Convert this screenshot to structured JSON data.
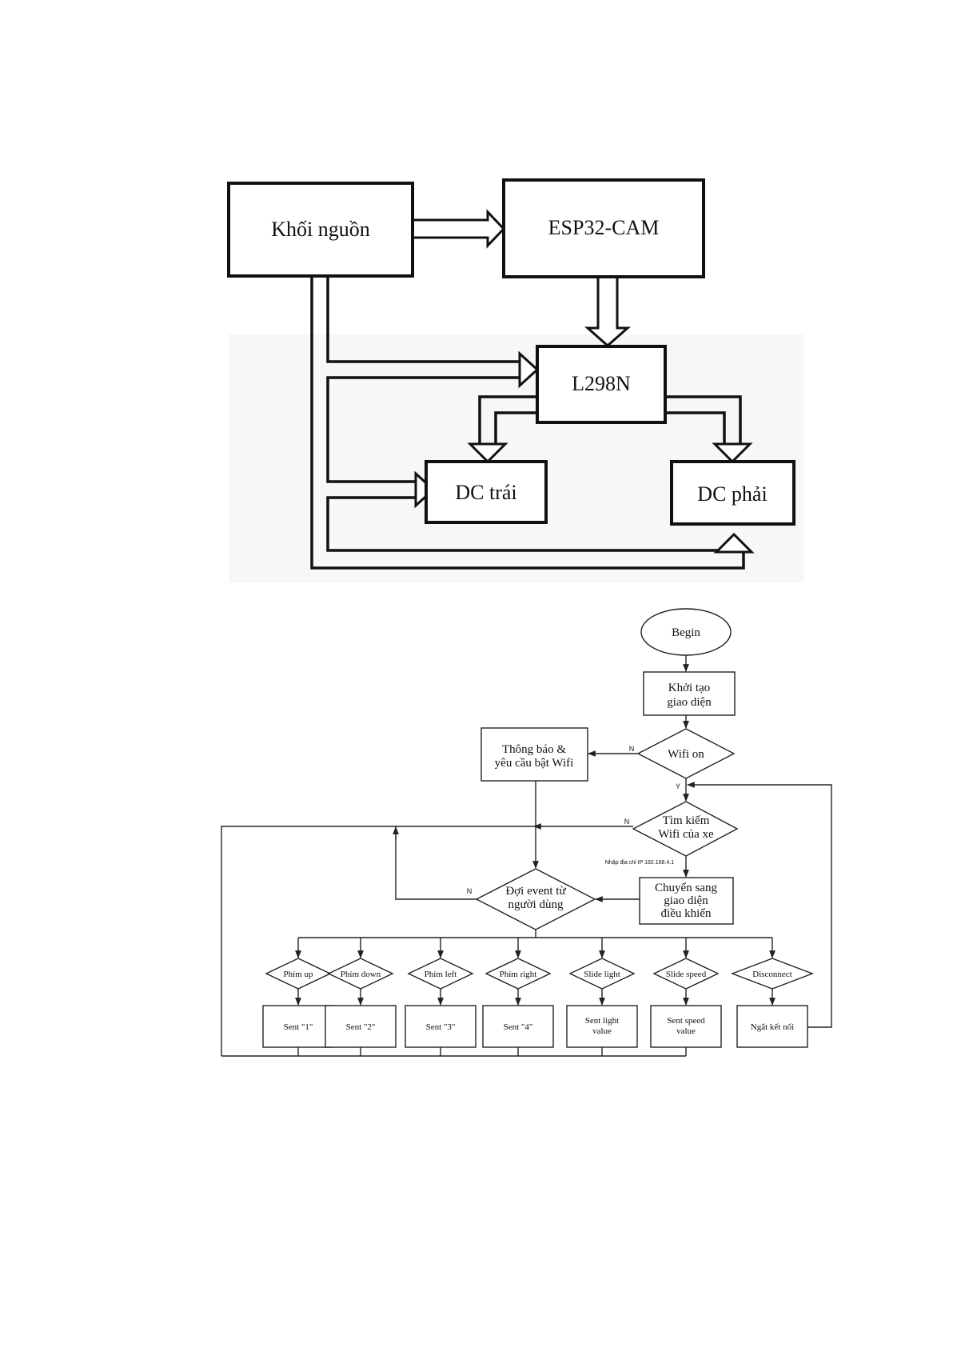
{
  "block_diagram": {
    "power": "Khối nguồn",
    "esp32": "ESP32-CAM",
    "driver": "L298N",
    "motor_left": "DC trái",
    "motor_right": "DC phải"
  },
  "flowchart": {
    "begin": "Begin",
    "init": [
      "Khởi tạo",
      "giao diện"
    ],
    "wifi_on": "Wifi on",
    "notify": [
      "Thông báo &",
      "yêu cầu bật Wifi"
    ],
    "search": [
      "Tìm kiếm",
      "Wifi của xe"
    ],
    "enter_ip": "Nhập địa chỉ IP 192.168.4.1",
    "switch_ui": [
      "Chuyển sang",
      "giao diện",
      "điều khiển"
    ],
    "wait_event": [
      "Đợi event từ",
      "người dùng"
    ],
    "label_no": "N",
    "label_yes": "Y",
    "events": [
      {
        "decision": "Phím up",
        "action": [
          "Sent \"1\""
        ]
      },
      {
        "decision": "Phím down",
        "action": [
          "Sent \"2\""
        ]
      },
      {
        "decision": "Phím left",
        "action": [
          "Sent \"3\""
        ]
      },
      {
        "decision": "Phím right",
        "action": [
          "Sent \"4\""
        ]
      },
      {
        "decision": "Slide light",
        "action": [
          "Sent light",
          "value"
        ]
      },
      {
        "decision": "Slide speed",
        "action": [
          "Sent speed",
          "value"
        ]
      },
      {
        "decision": "Disconnect",
        "action": [
          "Ngắt kết nối"
        ]
      }
    ]
  }
}
